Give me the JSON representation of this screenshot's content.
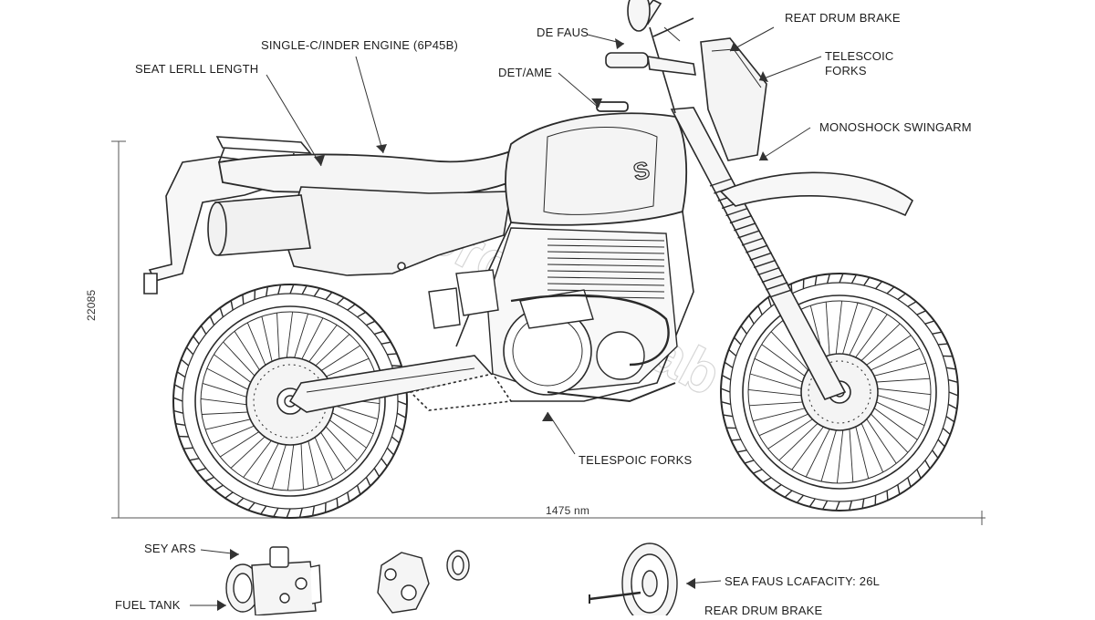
{
  "labels": {
    "seat_length": "SEAT  LERLL LENGTH",
    "engine": "SINGLE-C/INDER ENGINE (6P45B)",
    "defaus": "DE FAUS",
    "detame": "DET/AME",
    "rear_drum_top": "REAT DRUM BRAKE",
    "telescopic_top": "TELESCOIC\nFORKS",
    "monoshock": "MONOSHOCK SWINGARM",
    "telescopic_bottom": "TELESPOIC FORKS",
    "sey_ars": "SEY ARS",
    "fuel_tank": "FUEL TANK",
    "seat_capacity": "SEA FAUS LCAFACITY: 26L",
    "rear_drum_bottom": "REAR DRUM BRAKE"
  },
  "dimensions": {
    "height": "22085",
    "length": "1475 nm"
  },
  "logo_letter": "S",
  "watermark": "Motorcycle Lab",
  "colors": {
    "line": "#2a2a2a",
    "fill": "#f7f7f7",
    "watermark": "#d8d8d8"
  }
}
